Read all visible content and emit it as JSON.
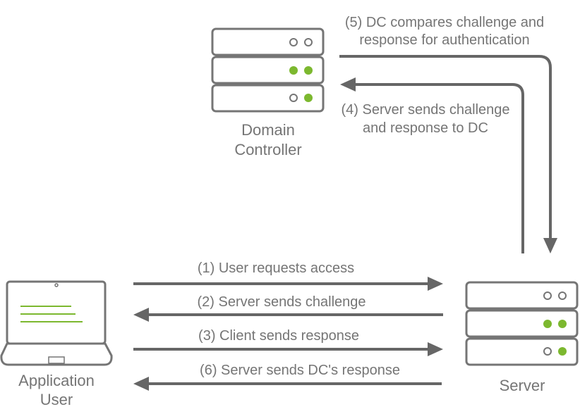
{
  "nodes": {
    "domain_controller": {
      "label_lines": [
        "Domain",
        "Controller"
      ]
    },
    "server": {
      "label_lines": [
        "Server"
      ]
    },
    "application_user": {
      "label_lines": [
        "Application",
        "User"
      ]
    }
  },
  "messages": {
    "m1": {
      "label": "(1) User requests access"
    },
    "m2": {
      "label": "(2) Server sends challenge"
    },
    "m3": {
      "label": "(3) Client sends response"
    },
    "m4": {
      "label_lines": [
        "(4) Server sends challenge",
        "and response to DC"
      ]
    },
    "m5": {
      "label_lines": [
        "(5) DC compares challenge and",
        "response for authentication"
      ]
    },
    "m6": {
      "label": "(6) Server sends DC's response"
    }
  },
  "colors": {
    "stroke": "#757575",
    "accent": "#7CB82F",
    "arrow": "#666666"
  }
}
